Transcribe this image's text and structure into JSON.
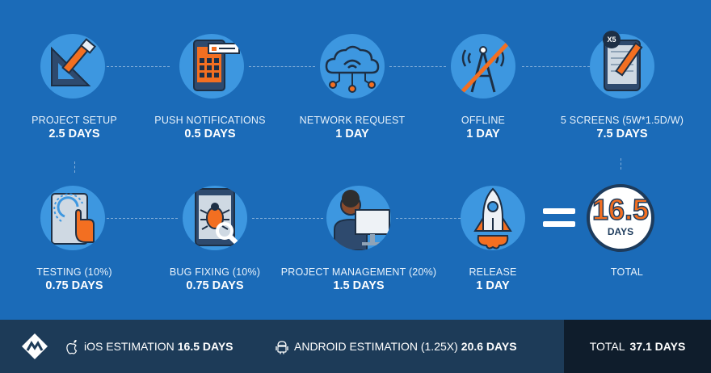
{
  "steps": [
    {
      "label": "PROJECT SETUP",
      "value": "2.5 DAYS",
      "icon": "drafting-tools-icon"
    },
    {
      "label": "PUSH NOTIFICATIONS",
      "value": "0.5 DAYS",
      "icon": "phone-notification-icon"
    },
    {
      "label": "NETWORK REQUEST",
      "value": "1 DAY",
      "icon": "cloud-network-icon"
    },
    {
      "label": "OFFLINE",
      "value": "1 DAY",
      "icon": "offline-antenna-icon"
    },
    {
      "label": "5 SCREENS (5W*1.5D/W)",
      "value": "7.5 DAYS",
      "icon": "tablet-pencil-icon",
      "badge": "X5"
    },
    {
      "label": "TESTING (10%)",
      "value": "0.75 DAYS",
      "icon": "touch-testing-icon"
    },
    {
      "label": "BUG FIXING (10%)",
      "value": "0.75 DAYS",
      "icon": "bug-magnifier-icon"
    },
    {
      "label": "PROJECT MANAGEMENT (20%)",
      "value": "1.5 DAYS",
      "icon": "manager-computer-icon"
    },
    {
      "label": "RELEASE",
      "value": "1 DAY",
      "icon": "rocket-icon"
    }
  ],
  "total": {
    "number": "16.5",
    "unit": "DAYS",
    "label": "TOTAL"
  },
  "footer": {
    "ios_label": "iOS ESTIMATION",
    "ios_value": "16.5 DAYS",
    "android_label": "ANDROID ESTIMATION (1.25X)",
    "android_value": "20.6 DAYS",
    "total_label": "TOTAL",
    "total_value": "37.1 DAYS"
  },
  "colors": {
    "background": "#1b6bb8",
    "circle": "#3d97e0",
    "accent": "#f36f21",
    "footer": "#1d3b58",
    "footer_total": "#0f1d2c"
  }
}
